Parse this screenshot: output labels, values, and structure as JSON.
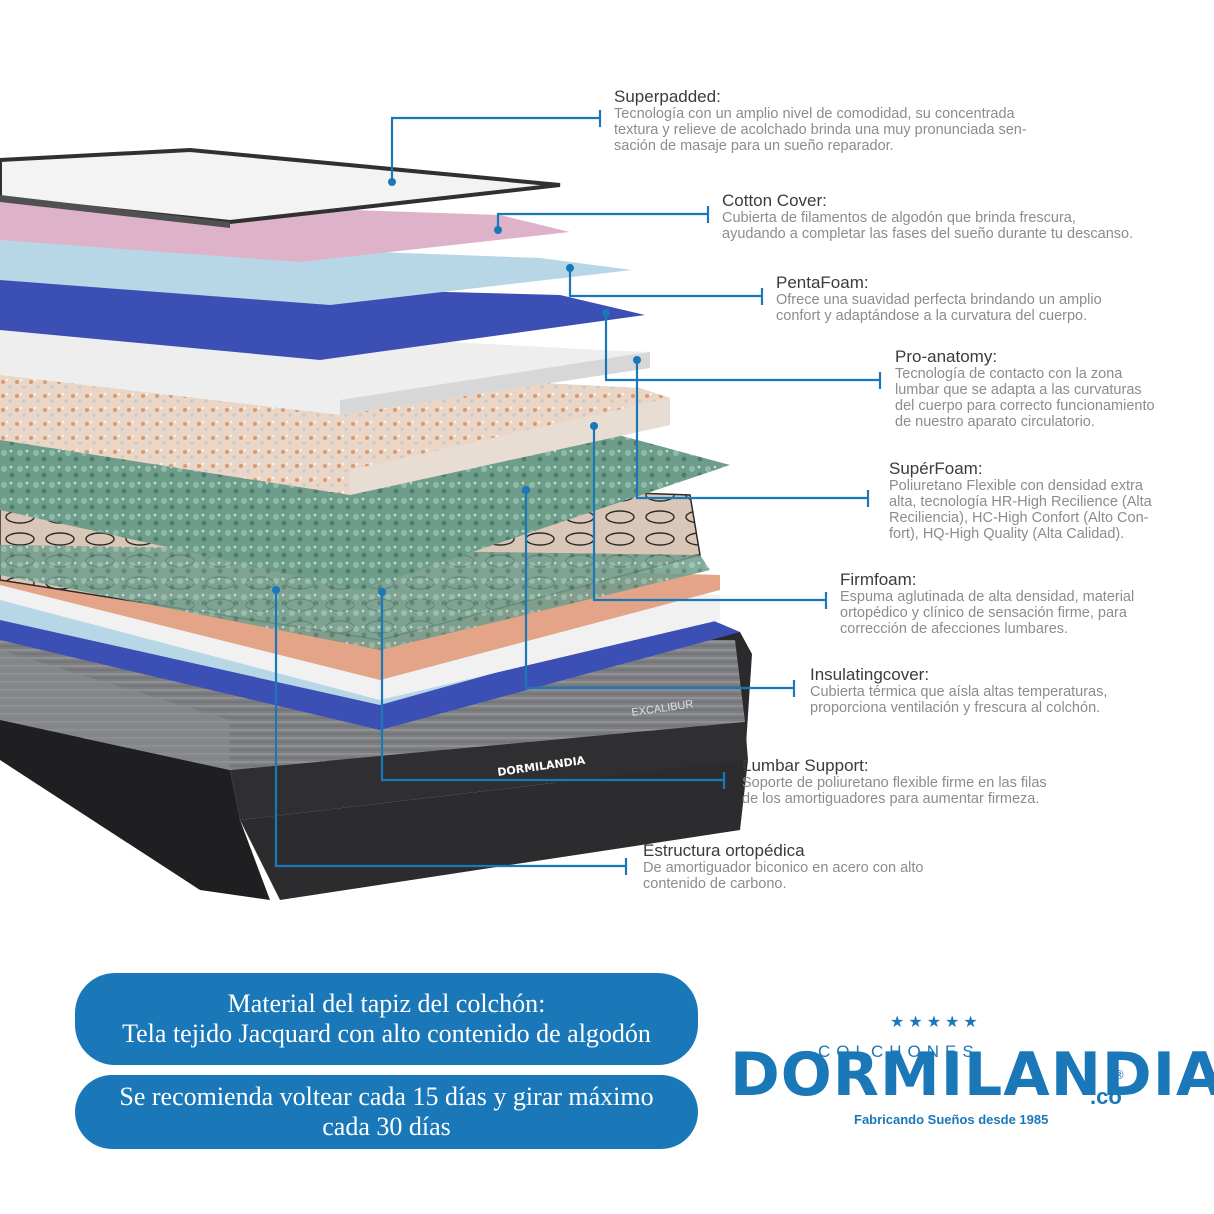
{
  "layers": [
    {
      "title": "Superpadded:",
      "desc": "Tecnología con un amplio nivel de comodidad, su concentrada\ntextura y relieve de acolchado brinda una muy pronunciada sen-\nsación de masaje para un sueño reparador."
    },
    {
      "title": "Cotton Cover:",
      "desc": "Cubierta de filamentos de algodón que brinda frescura,\nayudando a completar las fases del sueño durante tu descanso."
    },
    {
      "title": "PentaFoam:",
      "desc": "Ofrece una suavidad perfecta brindando un amplio\nconfort y adaptándose a la curvatura del cuerpo."
    },
    {
      "title": "Pro-anatomy:",
      "desc": "Tecnología de contacto con la zona\nlumbar que se adapta a las curvaturas\ndel cuerpo para correcto funcionamiento\nde nuestro aparato circulatorio."
    },
    {
      "title": "SupérFoam:",
      "desc": "Poliuretano Flexible con densidad extra\nalta, tecnología HR-High Recilience (Alta\nReciliencia), HC-High Confort (Alto Con-\nfort), HQ-High Quality (Alta Calidad)."
    },
    {
      "title": "Firmfoam:",
      "desc": "Espuma aglutinada de alta densidad, material\nortopédico y clínico de sensación firme, para\ncorrección de afecciones lumbares."
    },
    {
      "title": "Insulatingcover:",
      "desc": "Cubierta térmica que aísla altas temperaturas,\nproporciona ventilación y frescura al colchón."
    },
    {
      "title": "Lumbar Support:",
      "desc": "Soporte de poliuretano flexible firme en las filas\nde los amortiguadores para aumentar firmeza."
    },
    {
      "title": "Estructura ortopédica",
      "desc": "De amortiguador biconico en acero con alto\ncontenido de carbono."
    }
  ],
  "mattress": {
    "model_label": "EXCALIBUR",
    "brand_label": "DORMILANDIA"
  },
  "pills": {
    "material_line1": "Material del tapiz del colchón:",
    "material_line2": "Tela tejido Jacquard con alto contenido de algodón",
    "care_line1": "Se recomienda voltear cada 15 días y girar máximo",
    "care_line2": "cada 30 días"
  },
  "logo": {
    "stars": "★★★★★",
    "subtitle": "COLCHONES",
    "brand": "DORMILANDIA",
    "registered": "®",
    "tld": ".co",
    "tagline": "Fabricando Sueños desde 1985"
  },
  "colors": {
    "accent": "#1a78b9",
    "title_text": "#3b3b3b",
    "desc_text": "#8c8c8c"
  }
}
